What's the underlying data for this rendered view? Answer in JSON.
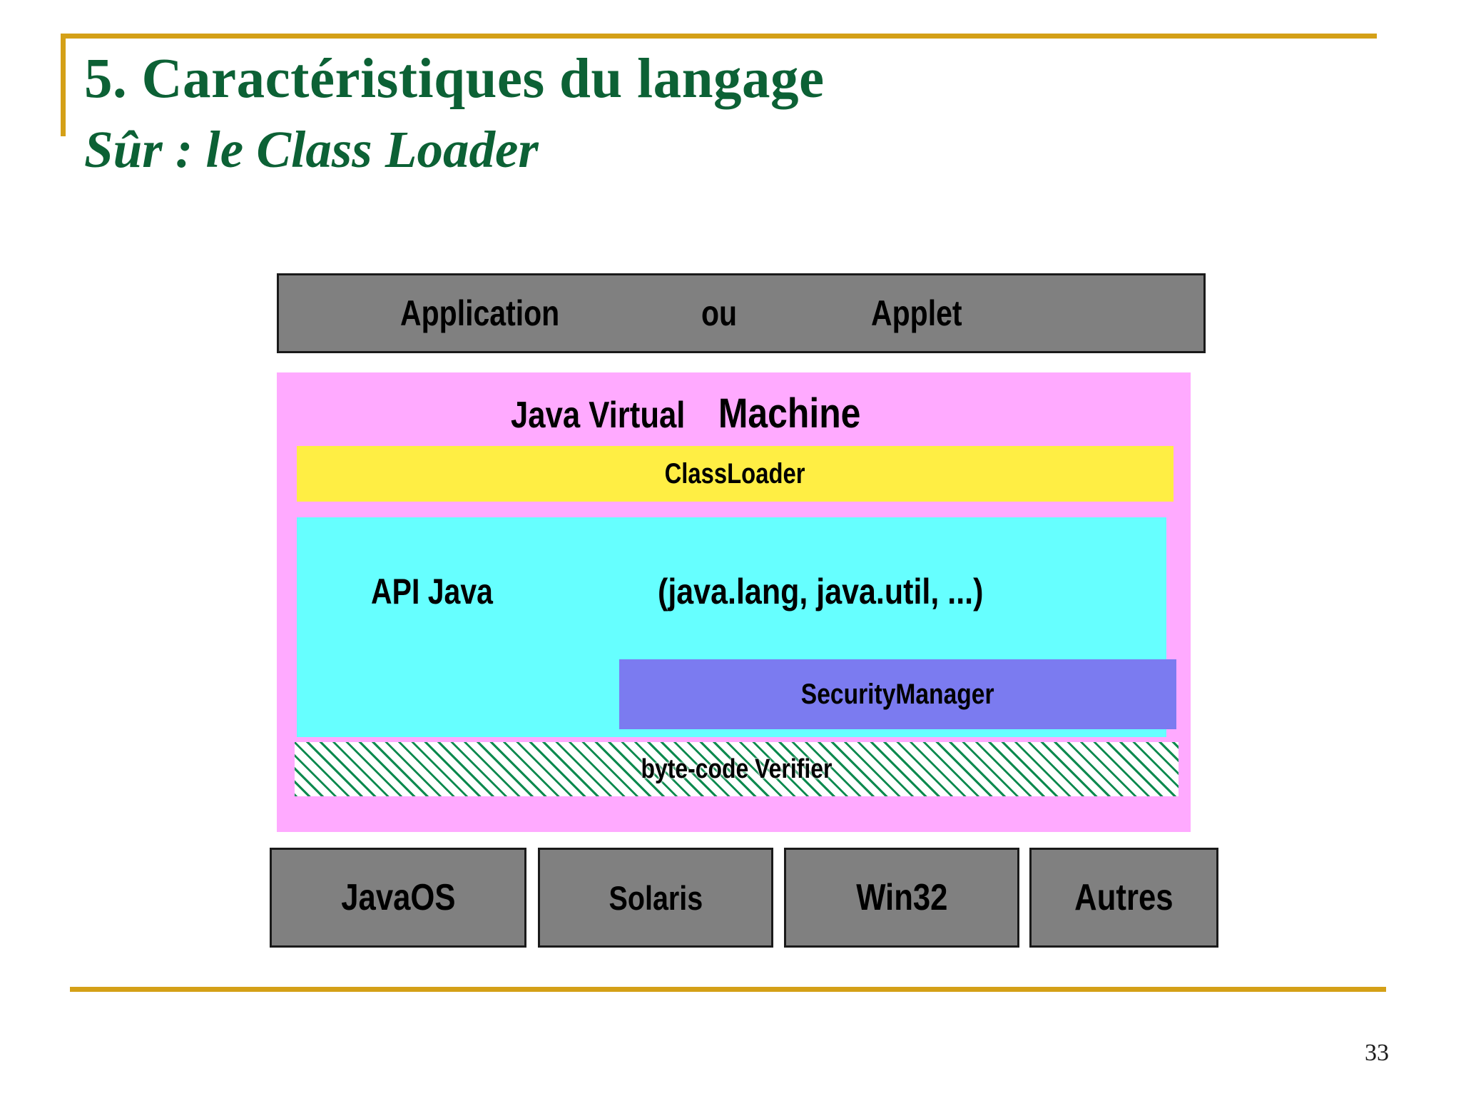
{
  "slide": {
    "title_line1": "5. Caractéristiques du langage",
    "title_line2": "Sûr : le Class Loader",
    "page_number": "33",
    "accent_color": "#d4a017",
    "title_color": "#0c6135"
  },
  "diagram": {
    "application_bar": {
      "segment_application": "Application",
      "segment_or": "ou",
      "segment_applet": "Applet",
      "fill": "#808080"
    },
    "jvm": {
      "label_part1": "Java Virtual",
      "label_part2": "Machine",
      "fill": "#ffaaff"
    },
    "classloader": {
      "label": "ClassLoader",
      "fill": "#ffee44"
    },
    "api": {
      "label": "API  Java",
      "packages": "(java.lang, java.util, ...)",
      "fill": "#66ffff"
    },
    "security_manager": {
      "label": "SecurityManager",
      "fill": "#7b7bf0"
    },
    "verifier": {
      "label": "byte-code Verifier",
      "hatch_color": "#0d8a4f",
      "fill": "#ffffff"
    },
    "platforms": [
      {
        "label": "JavaOS"
      },
      {
        "label": "Solaris"
      },
      {
        "label": "Win32"
      },
      {
        "label": "Autres"
      }
    ]
  }
}
